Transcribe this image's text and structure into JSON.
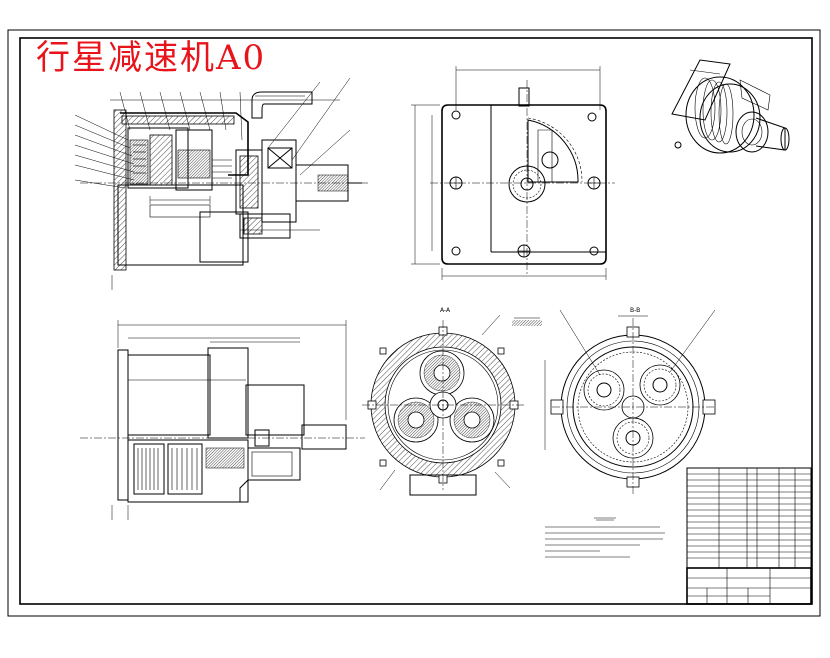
{
  "title": "行星减速机A0",
  "views": {
    "section_a_label": "A-A",
    "section_b_label": "B-B"
  },
  "colors": {
    "title": "#e8141c",
    "lines": "#000000",
    "background": "#ffffff"
  }
}
